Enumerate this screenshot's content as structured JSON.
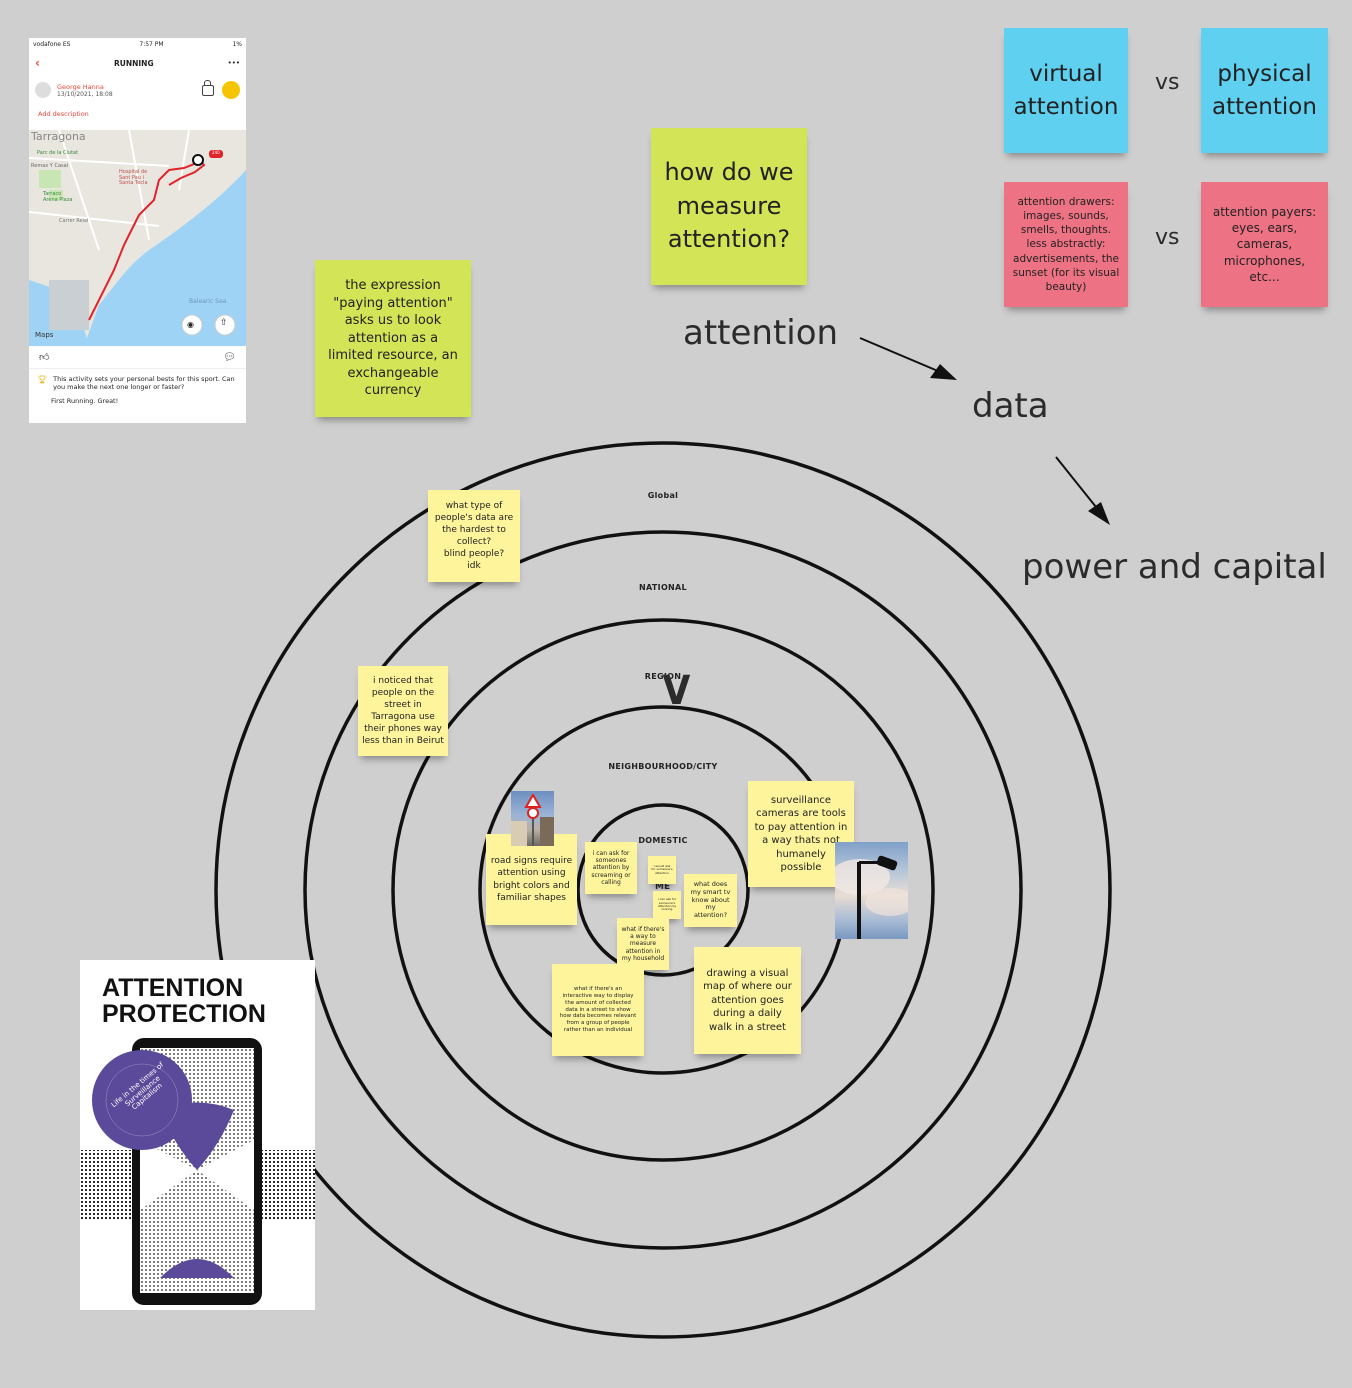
{
  "phone": {
    "carrier": "vodafone ES",
    "time": "7:57 PM",
    "battery": "1%",
    "title": "RUNNING",
    "more": "•••",
    "user_name": "George Hanna",
    "user_date": "13/10/2021, 18:08",
    "add_description": "Add description",
    "map_city": "Tarragona",
    "map_labels": [
      "Parc de la Ciutat",
      "Remax Y Casal",
      "Hospital de Sant Pau i Santa Tecla",
      "Tarraco Arena Plaza",
      "Carrer Reial",
      "Balearic Sea"
    ],
    "route_badge": "240",
    "maps_label": "Maps",
    "pb_text": "This activity sets your personal bests for this sport. Can you make the next one longer or faster?",
    "pb_cut": "First Running. Great!"
  },
  "stickies": {
    "paying_attention": "the expression\n\"paying attention\"\nasks us to look\nattention as a\nlimited resource, an\nexchangeable\ncurrency",
    "measure": "how do we\nmeasure\nattention?",
    "virtual": "virtual\nattention",
    "physical": "physical\nattention",
    "drawers": "attention drawers:\nimages, sounds,\nsmells, thoughts.\nless abstractly:\nadvertisements, the\nsunset (for its visual\nbeauty)",
    "payers": "attention payers:\neyes, ears,\ncameras,\nmicrophones,\netc...",
    "hardest": "what type of\npeople's data are\nthe hardest to\ncollect?\nblind people?\nidk",
    "tarragona": "i noticed that\npeople on the\nstreet in\nTarragona use\ntheir phones way\nless than in Beirut",
    "surveillance": "surveillance\ncameras are tools\nto pay attention in\na way thats not\nhumanely\npossible",
    "road_signs": "road signs require\nattention using\nbright colors and\nfamiliar shapes",
    "ask_someone": "i can ask for\nsomeones\nattention by\nscreaming or\ncalling",
    "tiny1": "i would ask\nfor someone's\nattention",
    "tiny2": "i can ask for\nsomeone's\nattention by\nlooking",
    "smart_tv": "what does\nmy smart tv\nknow about\nmy attention?",
    "measure_household": "what if there's\na way to\nmeasure\nattention in\nmy household",
    "interactive": "what if there's an\ninteractive way to display\nthe amount of collected\ndata in a street to show\nhow data becomes relevant\nfrom a group of people\nrather than an individual",
    "visual_map": "drawing a visual\nmap of where our\nattention goes\nduring a daily\nwalk in a street"
  },
  "texts": {
    "vs1": "vs",
    "vs2": "vs",
    "attention": "attention",
    "data": "data",
    "power": "power and capital",
    "v_mark": "V",
    "me": "ME"
  },
  "rings": {
    "global": "Global",
    "national": "NATIONAL",
    "region": "REGION",
    "city": "NEIGHBOURHOOD/CITY",
    "domestic": "DOMESTIC"
  },
  "poster": {
    "title": "ATTENTION\nPROTECTION",
    "badge_text": "Life in the times of Surveillance Capitalism"
  },
  "colors": {
    "board": "#cfcfcf",
    "sticky_yellow": "#fef49c",
    "sticky_green": "#d3e457",
    "sticky_blue": "#5fd0f0",
    "sticky_pink": "#ed7283",
    "accent_red": "#e8473a",
    "poster_purple": "#5b4a9a"
  }
}
